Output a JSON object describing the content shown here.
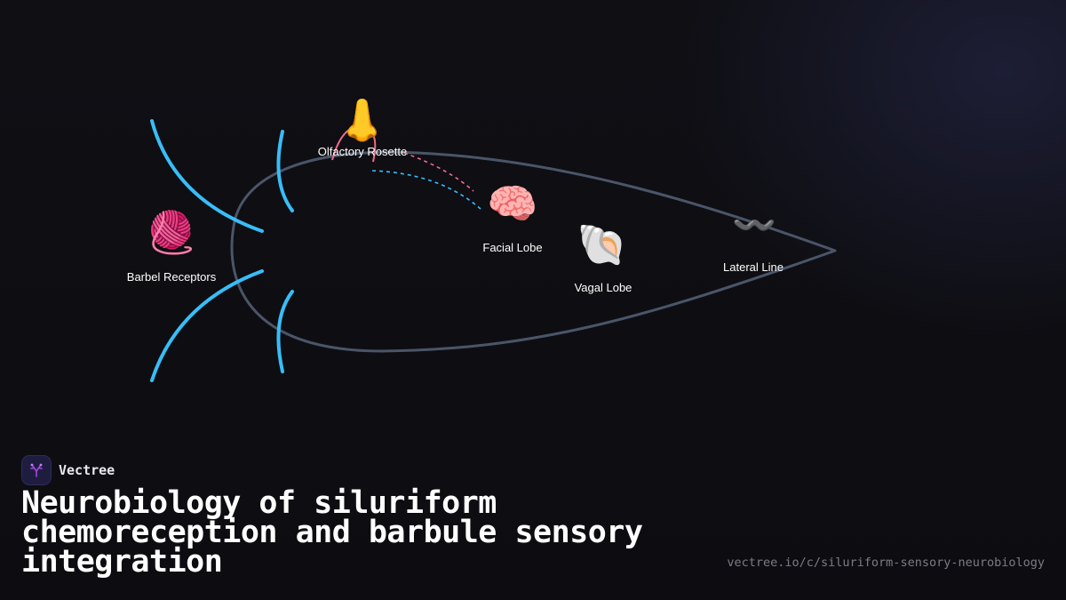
{
  "brand": {
    "name": "Vectree",
    "logo_icon": "tree-logo-icon",
    "logo_bg": "#1f1d3f",
    "logo_accent": "#a04ad8"
  },
  "title": "Neurobiology of siluriform chemoreception and barbule sensory integration",
  "url": "vectree.io/c/siluriform-sensory-neurobiology",
  "diagram": {
    "nodes": [
      {
        "id": "barbel-receptors",
        "label": "Barbel Receptors",
        "icon": "yarn-ball-icon",
        "glyph": "🧶"
      },
      {
        "id": "olfactory-rosette",
        "label": "Olfactory Rosette",
        "icon": "nose-icon",
        "glyph": "👃"
      },
      {
        "id": "facial-lobe",
        "label": "Facial Lobe",
        "icon": "brain-icon",
        "glyph": "🧠"
      },
      {
        "id": "vagal-lobe",
        "label": "Vagal Lobe",
        "icon": "spiral-shell-icon",
        "glyph": "🐚"
      },
      {
        "id": "lateral-line",
        "label": "Lateral Line",
        "icon": "wavy-dash-icon",
        "glyph": "〰️"
      }
    ],
    "colors": {
      "outline": "#4a5568",
      "barbel": "#38bdf8",
      "pink_path": "#f06a8a",
      "blue_path": "#38bdf8"
    }
  }
}
